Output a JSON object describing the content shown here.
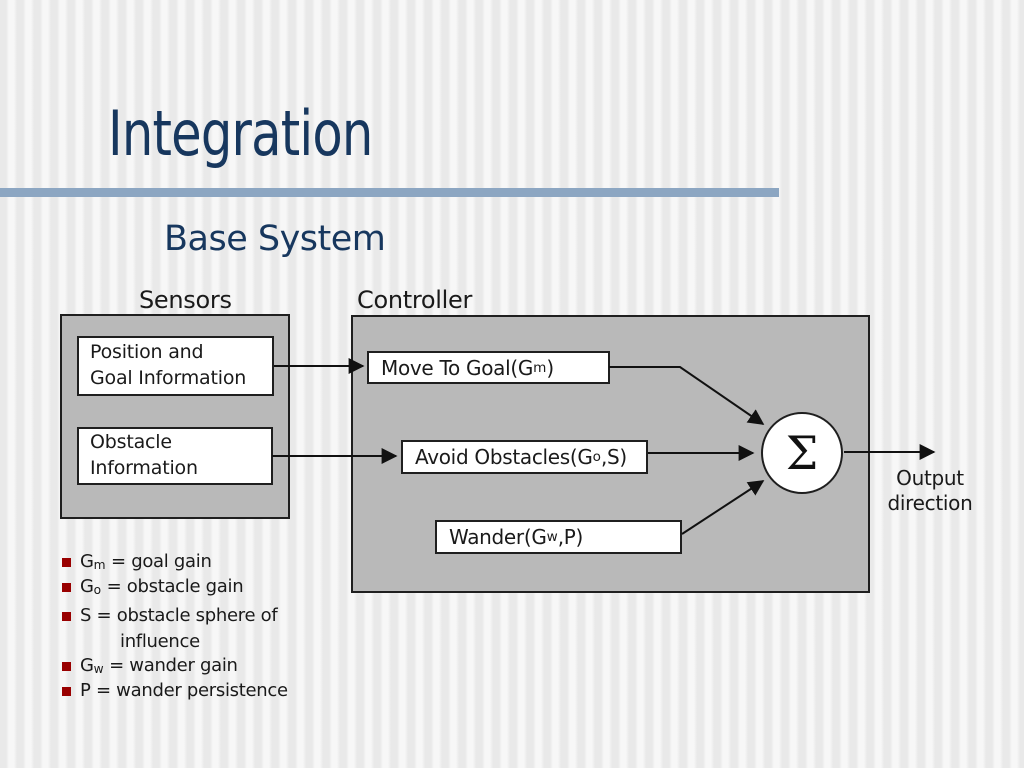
{
  "colors": {
    "title_navy": "#17375E",
    "rule_blue": "#8CA6C2",
    "panel_gray": "#B9B9B9",
    "bullet_red": "#990000",
    "box_border": "#1f1f1f"
  },
  "slide": {
    "title": "Integration",
    "subtitle": "Base System"
  },
  "diagram": {
    "sensors_label": "Sensors",
    "controller_label": "Controller",
    "sensor_boxes": [
      {
        "line1": "Position and",
        "line2": "Goal Information"
      },
      {
        "line1": "Obstacle",
        "line2": "Information"
      }
    ],
    "behaviors": [
      {
        "pre": "Move To Goal(G",
        "sub": "m",
        "post": ")"
      },
      {
        "pre": "Avoid Obstacles(G",
        "sub": "o",
        "post": ",S)"
      },
      {
        "pre": "Wander(G",
        "sub": "w",
        "post": ",P)"
      }
    ],
    "sum_symbol": "Σ",
    "output_label": "Output direction"
  },
  "legend": {
    "items": [
      {
        "pre": "G",
        "sub": "m",
        "post": " = goal gain",
        "line2": ""
      },
      {
        "pre": "G",
        "sub": "o",
        "post": " = obstacle gain",
        "line2": ""
      },
      {
        "pre": "S = obstacle sphere of",
        "sub": "",
        "post": "",
        "line2": "influence"
      },
      {
        "pre": "G",
        "sub": "w",
        "post": " = wander gain",
        "line2": ""
      },
      {
        "pre": "P = wander persistence",
        "sub": "",
        "post": "",
        "line2": ""
      }
    ]
  }
}
